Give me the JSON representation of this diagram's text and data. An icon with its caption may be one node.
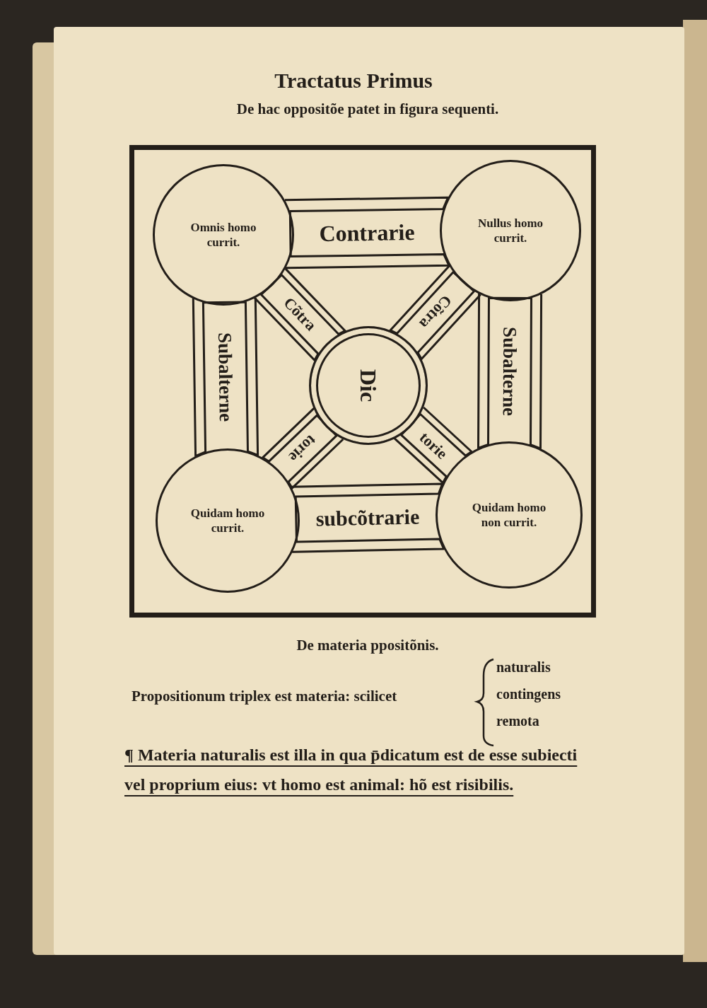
{
  "diagram": {
    "title": "Tractatus Primus",
    "nodes": [
      {
        "text": [
          "Omnis homo currit."
        ]
      },
      {
        "text": [
          "Nullus homo currit."
        ]
      },
      {
        "text": [
          "Dic"
        ]
      },
      {
        "text": [
          "Quidam homo currit."
        ]
      },
      {
        "text": [
          "Quidam homo non currit."
        ]
      }
    ],
    "edges": [
      {
        "from": 0,
        "to": 1,
        "arrow": "none",
        "label": "Contrarie"
      },
      {
        "from": 0,
        "to": 3,
        "arrow": "none",
        "label": "Subalterne"
      },
      {
        "from": 1,
        "to": 4,
        "arrow": "none",
        "label": "Subalterne"
      },
      {
        "from": 0,
        "to": 2,
        "arrow": "none",
        "label": "Cõtra"
      },
      {
        "from": 1,
        "to": 2,
        "arrow": "none",
        "label": "Cõtra"
      },
      {
        "from": 2,
        "to": 4,
        "arrow": "none",
        "label": "torie"
      },
      {
        "from": 2,
        "to": 3,
        "arrow": "none",
        "label": "torie"
      },
      {
        "from": 3,
        "to": 4,
        "arrow": "none",
        "label": "subcõtrarie"
      }
    ],
    "labels": [
      "De hac oppositõe patet in figura sequenti.",
      "De materia ppositõnis.",
      "Propositionum triplex est materia: scilicet",
      "naturalis",
      "contingens",
      "remota",
      "¶ Materia naturalis est illa in qua p̄dicatum est de esse subiecti vel proprium eius: vt homo est animal: hõ est risibilis."
    ]
  }
}
